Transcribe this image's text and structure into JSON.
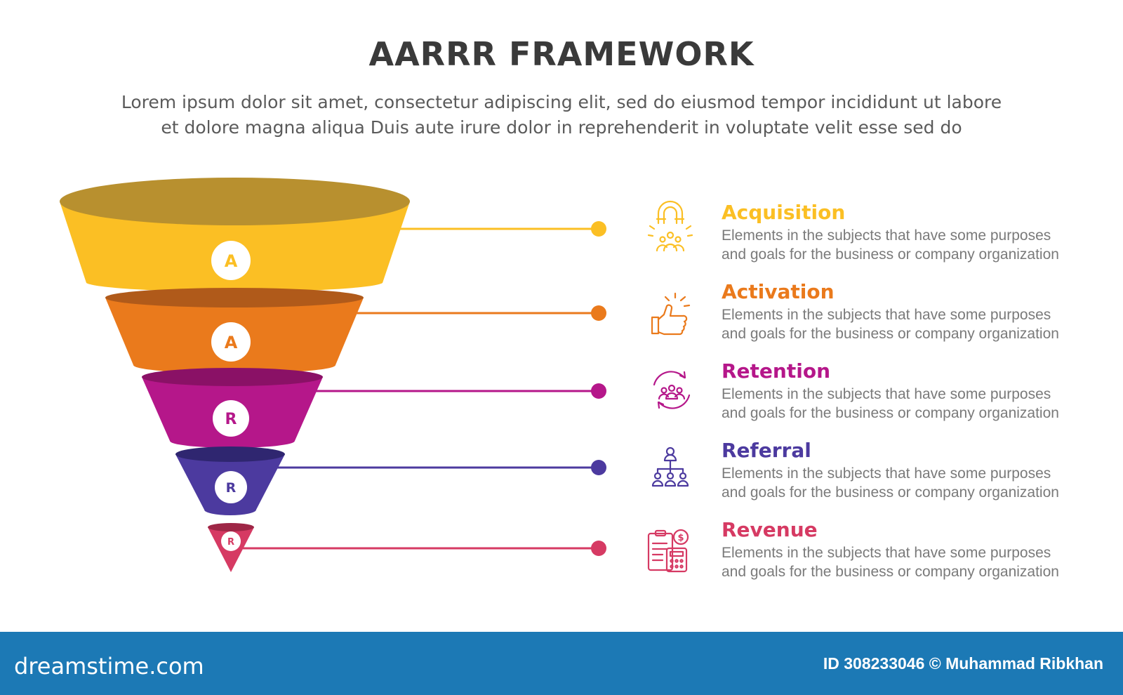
{
  "header": {
    "title": "AARRR FRAMEWORK",
    "subtitle_line1": "Lorem ipsum dolor sit amet, consectetur adipiscing elit, sed do eiusmod tempor incididunt ut labore",
    "subtitle_line2": "et dolore magna aliqua Duis aute irure dolor in reprehenderit in voluptate velit esse sed do"
  },
  "funnel": {
    "stages": [
      {
        "letter": "A",
        "name": "Acquisition",
        "color": "#fbbf24",
        "icon": "magnet-icon",
        "description_line1": "Elements in the subjects that have some purposes",
        "description_line2": "and goals for the  business or company organization"
      },
      {
        "letter": "A",
        "name": "Activation",
        "color": "#ea7a1c",
        "icon": "thumbs-up-icon",
        "description_line1": "Elements in the subjects that have some purposes",
        "description_line2": "and goals for the  business or company organization"
      },
      {
        "letter": "R",
        "name": "Retention",
        "color": "#b5178a",
        "icon": "team-cycle-icon",
        "description_line1": "Elements in the subjects that have some purposes",
        "description_line2": "and goals for the  business or company organization"
      },
      {
        "letter": "R",
        "name": "Referral",
        "color": "#4c3a9f",
        "icon": "network-people-icon",
        "description_line1": "Elements in the subjects that have some purposes",
        "description_line2": "and goals for the  business or company organization"
      },
      {
        "letter": "R",
        "name": "Revenue",
        "color": "#d63a63",
        "icon": "invoice-calculator-icon",
        "description_line1": "Elements in the subjects that have some purposes",
        "description_line2": "and goals for the  business or company organization"
      }
    ]
  },
  "footer": {
    "logo": "dreamstime.com",
    "credit": "ID 308233046 © Muhammad Ribkhan"
  }
}
